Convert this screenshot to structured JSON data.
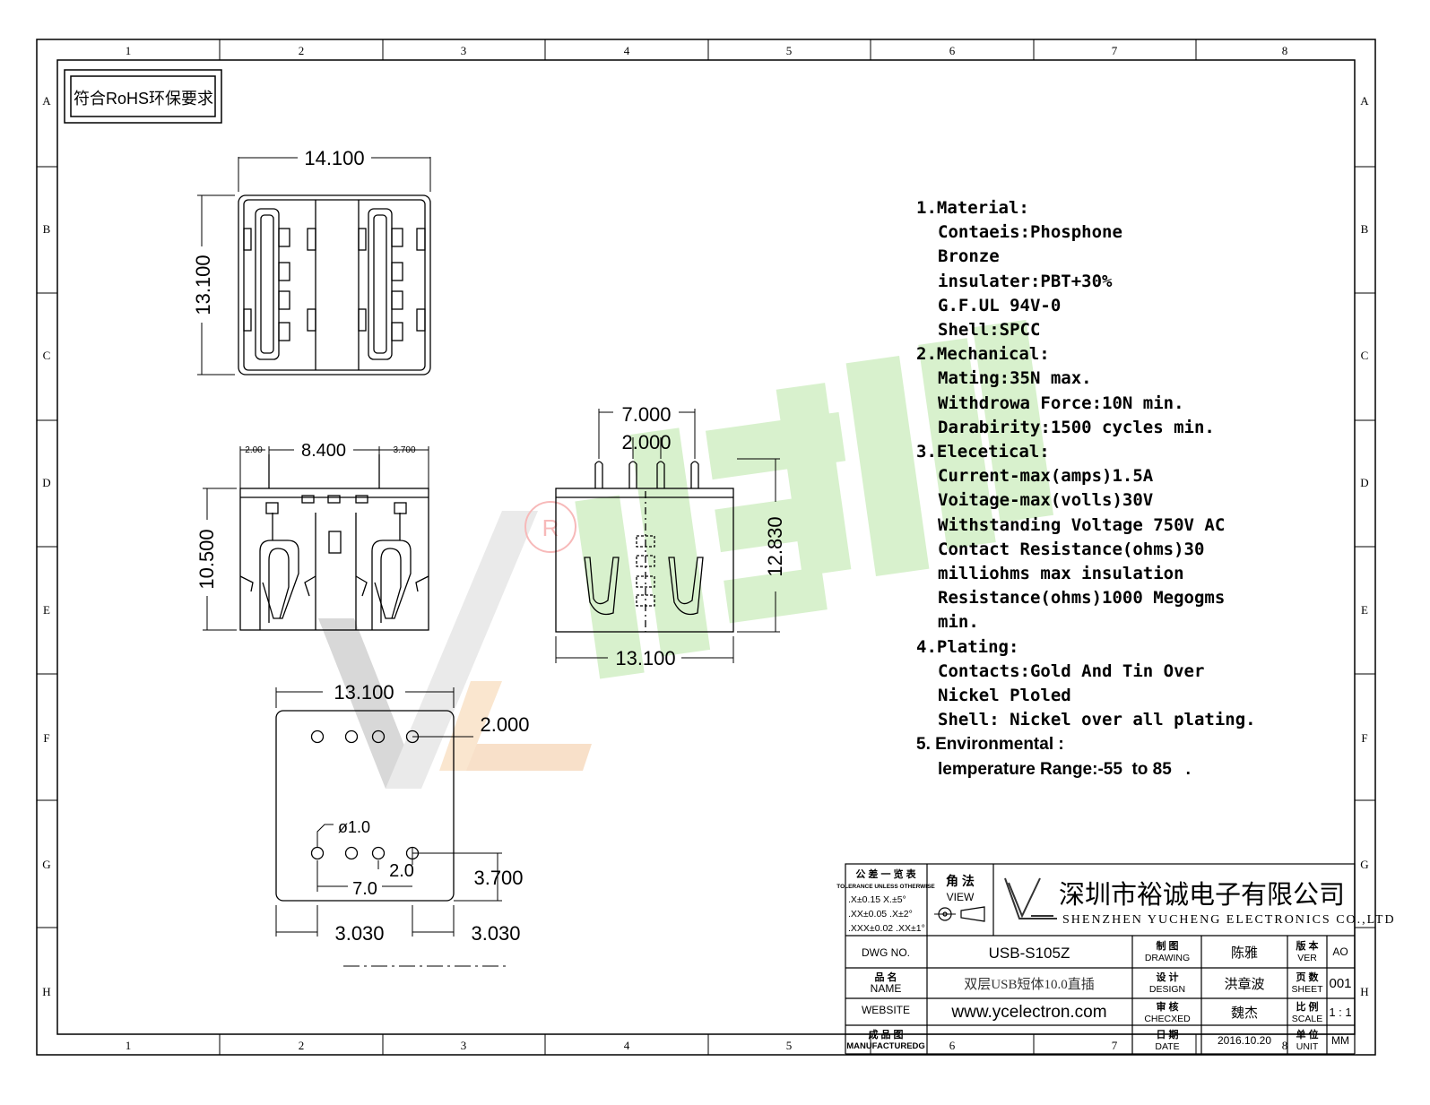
{
  "frame": {
    "columns": [
      "1",
      "2",
      "3",
      "4",
      "5",
      "6",
      "7",
      "8"
    ],
    "rows": [
      "A",
      "B",
      "C",
      "D",
      "E",
      "F",
      "G",
      "H"
    ]
  },
  "rohs_box": "符合RoHS环保要求",
  "watermark": {
    "registered": "R"
  },
  "dimensions": {
    "top_view": {
      "width": "14.100",
      "height": "13.100"
    },
    "front_view": {
      "left": "2.00",
      "middle": "8.400",
      "right": "3.700",
      "height": "10.500"
    },
    "side_view": {
      "pin_span": "7.000",
      "pin_pitch": "2.000",
      "height": "12.830",
      "width": "13.100"
    },
    "footprint": {
      "width": "13.100",
      "row_offset": "2.000",
      "hole_dia": "ø1.0",
      "pitch": "2.0",
      "span": "7.0",
      "edge": "3.700",
      "left_margin": "3.030",
      "right_margin": "3.030"
    }
  },
  "spec": [
    {
      "heading": "1.Material:",
      "lines": [
        "Contaeis:Phosphone",
        "Bronze",
        "insulater:PBT+30%",
        "G.F.UL   94V-0",
        "Shell:SPCC"
      ]
    },
    {
      "heading": "2.Mechanical:",
      "lines": [
        "Mating:35N max.",
        "Withdrowa Force:10N min.",
        "Darabirity:1500 cycles min."
      ]
    },
    {
      "heading": "3.Elecetical:",
      "lines": [
        "Current-max(amps)1.5A",
        "Voitage-max(volls)30V",
        "Withstanding Voltage 750V AC",
        "Contact Resistance(ohms)30",
        "milliohms max insulation",
        "Resistance(ohms)1000 Megogms",
        "min."
      ]
    },
    {
      "heading": "4.Plating:",
      "lines": [
        "Contacts:Gold And Tin Over",
        "Nickel Ploled",
        "Shell: Nickel over all plating."
      ]
    },
    {
      "heading": "5. Environmental :",
      "lines": [
        "lemperature Range:-55  to 85   ."
      ]
    }
  ],
  "title_block": {
    "tolerance_title": "公 差 一 览 表",
    "tolerance_sub": "TOLERANCE UNLESS OTHERWISE",
    "tolerances": [
      ".X±0.15   X.±5°",
      ".XX±0.05  .X±2°",
      ".XXX±0.02 .XX±1°"
    ],
    "view_cn": "角 法",
    "view_en": "VIEW",
    "company_cn": "深圳市裕诚电子有限公司",
    "company_en": "SHENZHEN YUCHENG ELECTRONICS CO.,LTD",
    "rows": [
      {
        "label_cn": "",
        "label_en": "DWG NO.",
        "value": "USB-S105Z",
        "role_cn": "制 图",
        "role_en": "DRAWING",
        "person": "陈雅",
        "key_cn": "版 本",
        "key_en": "VER",
        "key_value": "AO"
      },
      {
        "label_cn": "品 名",
        "label_en": "NAME",
        "value": "双层USB短体10.0直插",
        "role_cn": "设 计",
        "role_en": "DESIGN",
        "person": "洪章波",
        "key_cn": "页 数",
        "key_en": "SHEET",
        "key_value": "001"
      },
      {
        "label_cn": "",
        "label_en": "WEBSITE",
        "value": "www.ycelectron.com",
        "role_cn": "审 核",
        "role_en": "CHECXED",
        "person": "魏杰",
        "key_cn": "比 例",
        "key_en": "SCALE",
        "key_value": "1 : 1"
      },
      {
        "label_cn": "成 品 图",
        "label_en": "MANUFACTUREDG",
        "value": "",
        "role_cn": "日 期",
        "role_en": "DATE",
        "person": "2016.10.20",
        "key_cn": "单 位",
        "key_en": "UNIT",
        "key_value": "MM"
      }
    ]
  }
}
